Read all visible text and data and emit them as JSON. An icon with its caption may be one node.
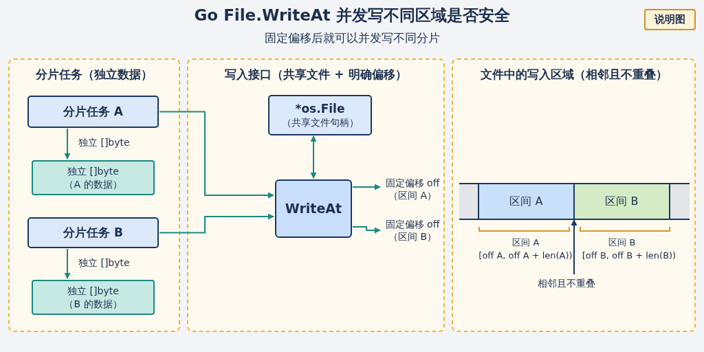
{
  "diagram": {
    "title": "Go File.WriteAt 并发写不同区域是否安全",
    "nodes": [
      {
        "text": [
          "说明图"
        ]
      },
      {
        "text": [
          "分片任务（独立数据）"
        ]
      },
      {
        "text": [
          "分片任务 A"
        ],
        "in": 1
      },
      {
        "text": [
          "独立 []byte",
          "（A 的数据）"
        ],
        "in": 1
      },
      {
        "text": [
          "分片任务 B"
        ],
        "in": 1
      },
      {
        "text": [
          "独立 []byte",
          "（B 的数据）"
        ],
        "in": 1
      },
      {
        "text": [
          "写入接口（共享文件 + 明确偏移）"
        ]
      },
      {
        "text": [
          "*os.File",
          "（共享文件句柄）"
        ],
        "in": 6
      },
      {
        "text": [
          "WriteAt"
        ],
        "in": 6
      },
      {
        "text": [
          "固定偏移 off",
          "（区间 A）"
        ],
        "in": 6
      },
      {
        "text": [
          "固定偏移 off",
          "（区间 B）"
        ],
        "in": 6
      },
      {
        "text": [
          "文件中的写入区域（相邻且不重叠）"
        ]
      },
      {
        "text": [
          "区间 A"
        ],
        "in": 11
      },
      {
        "text": [
          "区间 B"
        ],
        "in": 11
      },
      {
        "text": [
          "相邻且不重叠"
        ],
        "in": 11
      }
    ],
    "edges": [
      {
        "from": 2,
        "to": 3,
        "arrow": "to",
        "label": "独立 []byte"
      },
      {
        "from": 4,
        "to": 5,
        "arrow": "to",
        "label": "独立 []byte"
      },
      {
        "from": 2,
        "to": 8,
        "arrow": "to"
      },
      {
        "from": 4,
        "to": 8,
        "arrow": "to"
      },
      {
        "from": 7,
        "to": 8,
        "arrow": "both"
      },
      {
        "from": 8,
        "to": 9,
        "arrow": "to"
      },
      {
        "from": 8,
        "to": 10,
        "arrow": "to"
      },
      {
        "from": 14,
        "to": 12,
        "arrow": "to",
        "color": "#1b365d"
      }
    ],
    "labels": [
      "固定偏移后就可以并发写不同分片",
      "区间 A",
      "[off A, off A + len(A))",
      "区间 B",
      "[off B, off B + len(B))"
    ]
  }
}
